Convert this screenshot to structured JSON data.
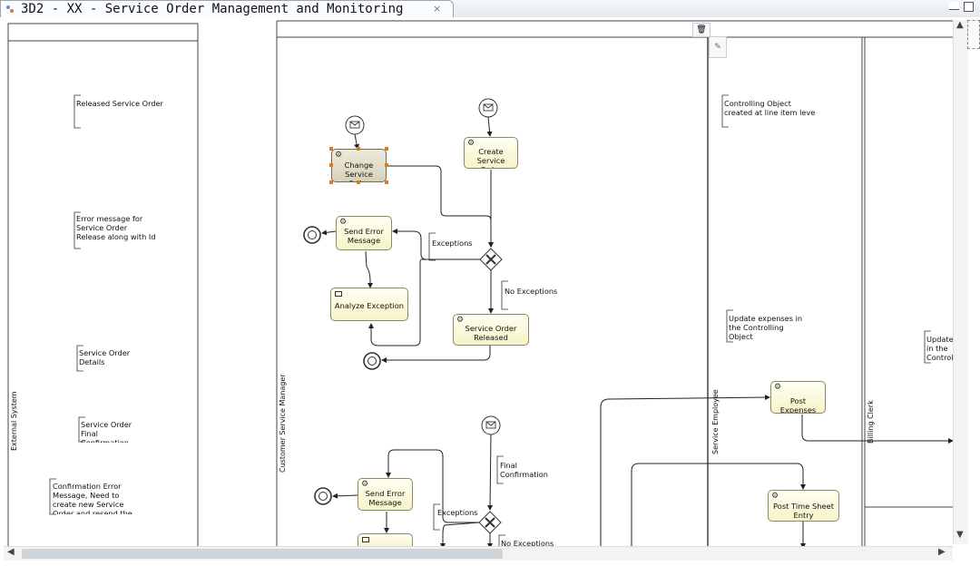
{
  "tab": {
    "title": "3D2 - XX - Service Order Management and Monitoring",
    "close_glyph": "×"
  },
  "lanes": {
    "external_system": "External System",
    "customer_service_manager": "Customer Service Manager",
    "service_employee": "Service Employee",
    "billing_clerk": "Billing Clerk"
  },
  "annotations": {
    "released_service_order": "Released Service Order",
    "error_message": "Error message for\nService Order\nRelease along with Id",
    "service_order_details": "Service Order\nDetails",
    "service_order_final_confirmation": "Service Order\nFinal\nConfirmation",
    "confirmation_error_message": "Confirmation Error\nMessage, Need to\ncreate new Service\nOrder and resend the",
    "controlling_object": "Controlling Object\ncreated at line item leve",
    "update_expenses": "Update expenses in\nthe Controlling\nObject",
    "update_control": "Update\nin the\nControl"
  },
  "flow_labels": {
    "exceptions_1": "Exceptions",
    "no_exceptions_1": "No Exceptions",
    "exceptions_2": "Exceptions",
    "no_exceptions_2": "No Exceptions",
    "final_confirmation": "Final\nConfirmation"
  },
  "tasks": {
    "change_service_order": "Change\nService Order",
    "create_service_order": "Create Service\nOrder",
    "send_error_message_1": "Send Error\nMessage",
    "analyze_exception": "Analyze Exception",
    "service_order_released": "Service Order\nReleased",
    "post_expenses": "Post Expenses",
    "send_error_message_2": "Send Error\nMessage",
    "post_time_sheet_entry": "Post Time Sheet\nEntry"
  }
}
